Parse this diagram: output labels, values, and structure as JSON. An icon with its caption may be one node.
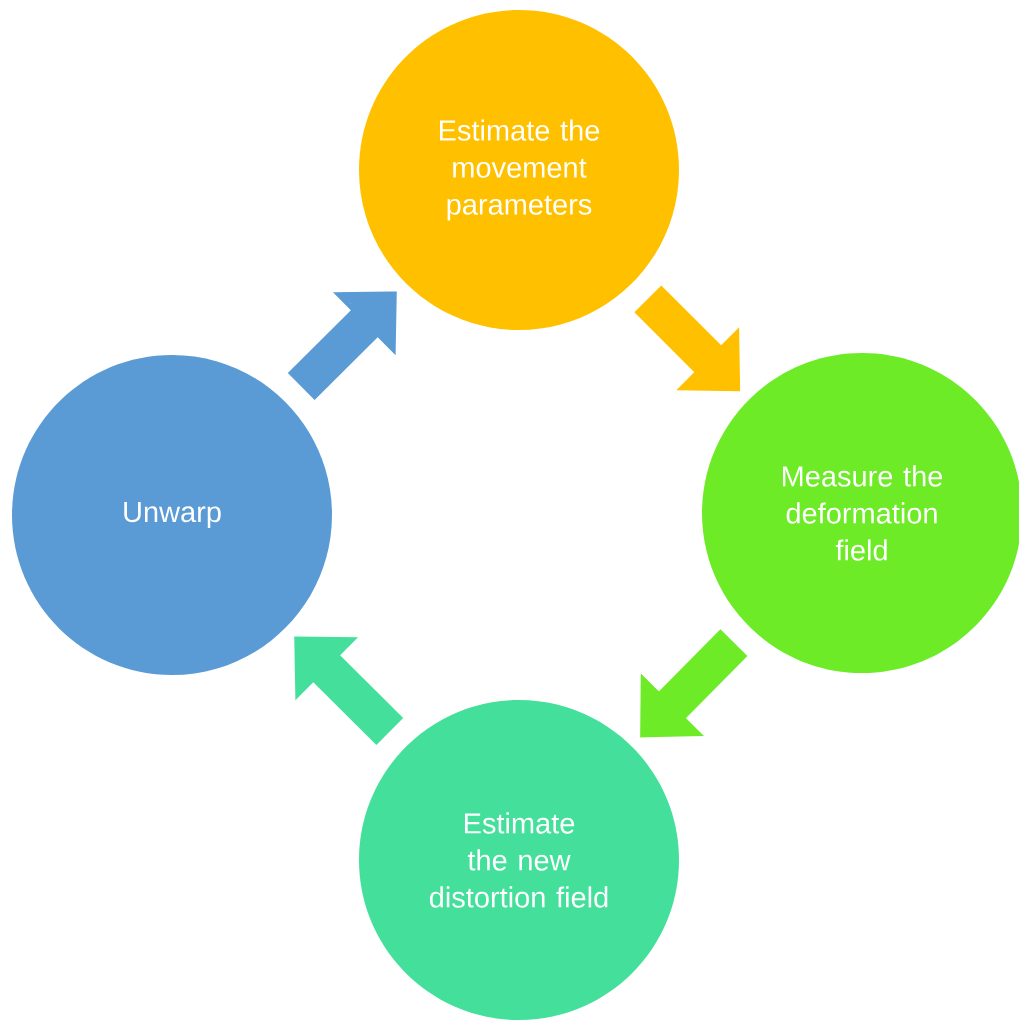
{
  "diagram": {
    "nodes": [
      {
        "text": [
          "Estimate the movement parameters"
        ]
      },
      {
        "text": [
          "Measure the deformation field"
        ]
      },
      {
        "text": [
          "Estimate the new distortion field"
        ]
      },
      {
        "text": [
          "Unwarp"
        ]
      }
    ],
    "edges": [
      {
        "from": 0,
        "to": 1,
        "arrow": "to",
        "color": "#ffc000"
      },
      {
        "from": 1,
        "to": 2,
        "arrow": "to",
        "color": "#6ceb26"
      },
      {
        "from": 2,
        "to": 3,
        "arrow": "to",
        "color": "#44e09b"
      },
      {
        "from": 3,
        "to": 0,
        "arrow": "to",
        "color": "#5b9bd5"
      }
    ]
  }
}
